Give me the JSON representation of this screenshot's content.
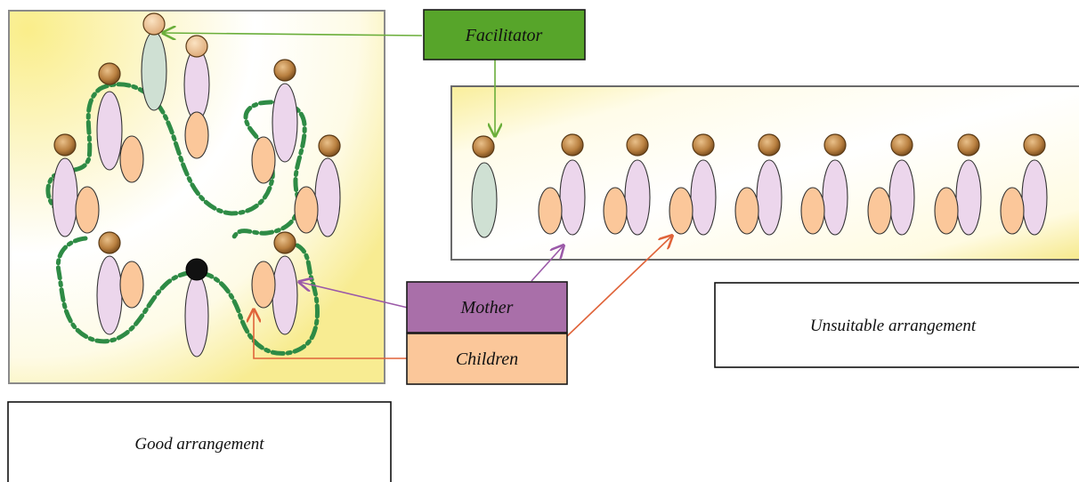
{
  "labels": {
    "facilitator": "Facilitator",
    "mother": "Mother",
    "children": "Children",
    "unsuitable": "Unsuitable arrangement",
    "good": "Good arrangement"
  },
  "colors": {
    "facilitator_box": "#57a52a",
    "mother_box": "#a96fa9",
    "children_box": "#fbc79a",
    "mother_body": "#ecd6ec",
    "facilitator_body": "#cfe0d3",
    "child_body": "#fbc79a",
    "group_outline": "#2e8b45",
    "arrow_green": "#6aae3a",
    "arrow_purple": "#9b59a8",
    "arrow_orange": "#e0643a",
    "panel_glow": "#faf08e"
  }
}
